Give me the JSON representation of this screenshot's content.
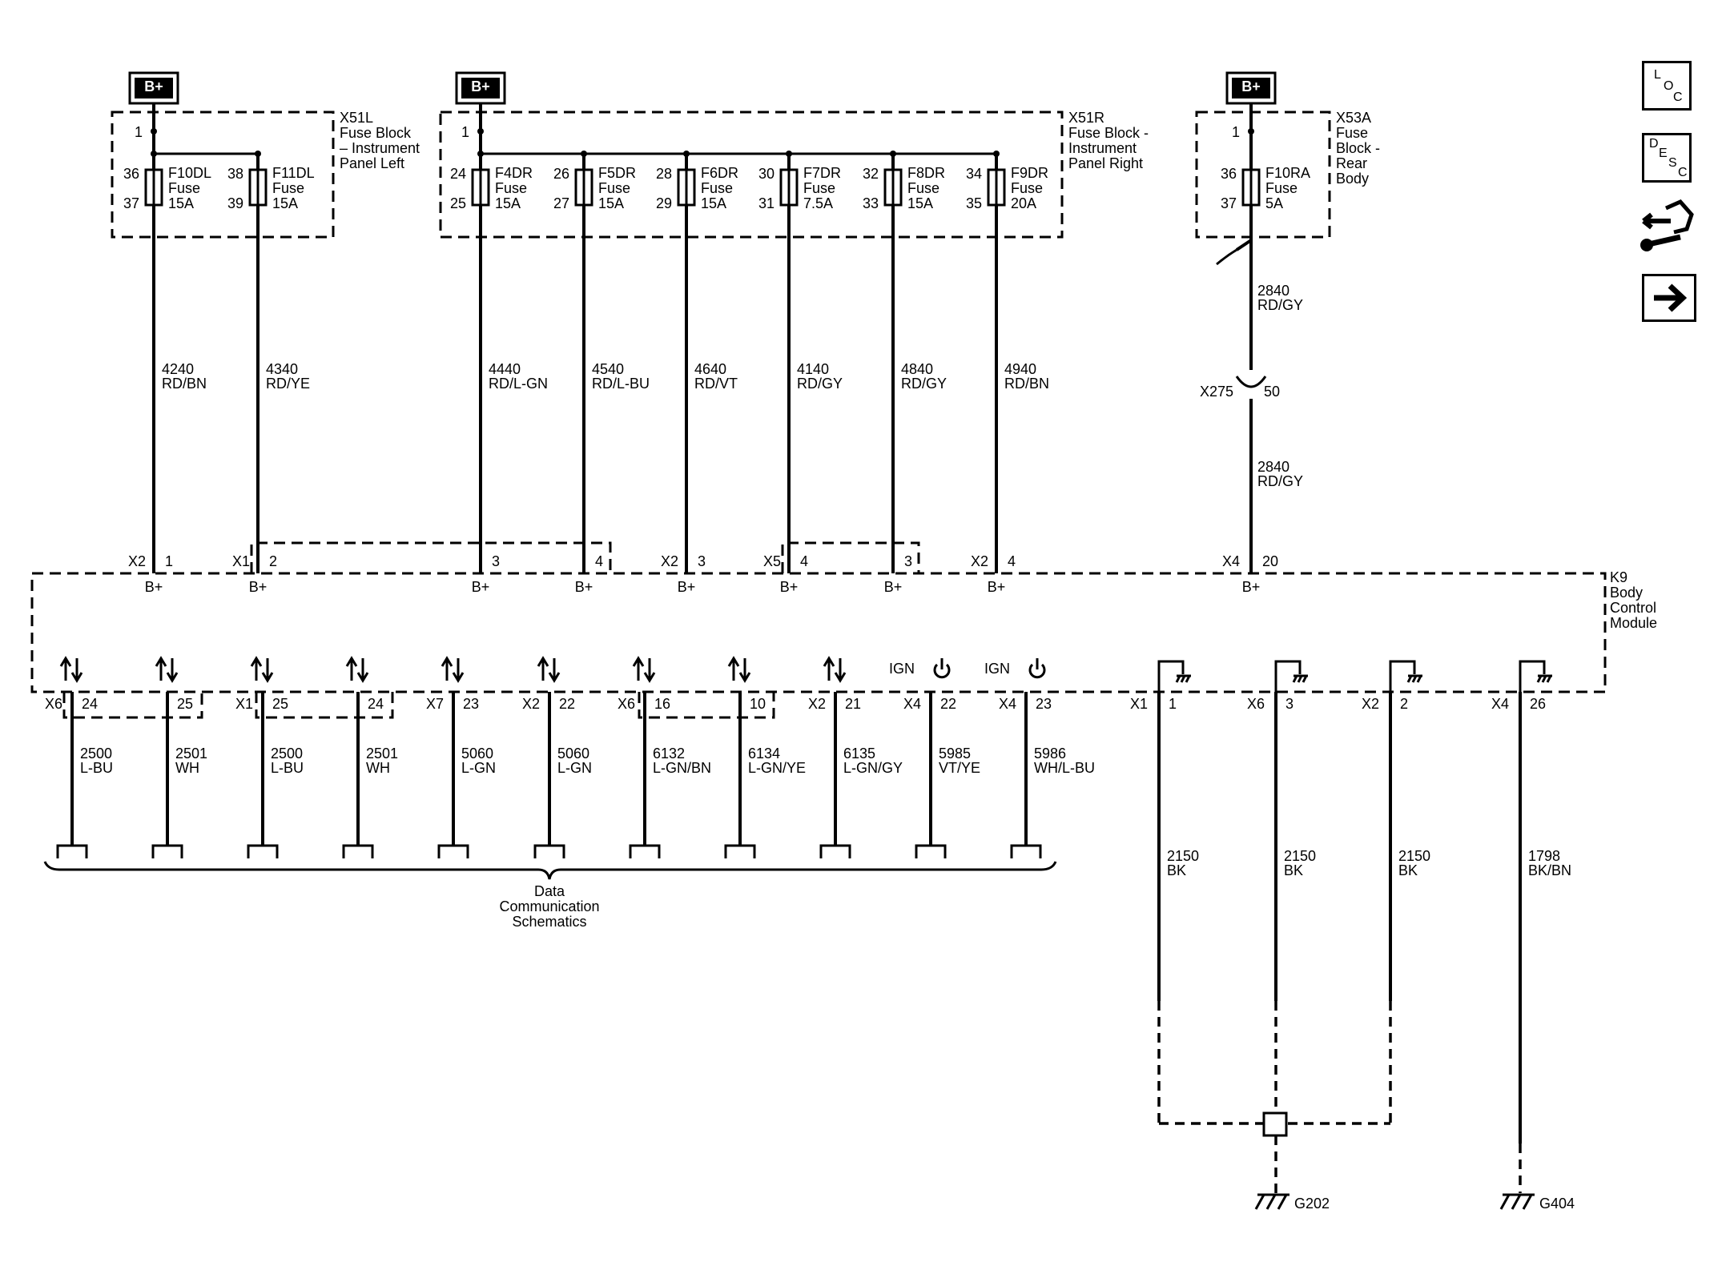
{
  "b_plus": "B+",
  "fuse_blocks": [
    {
      "id": "x51l",
      "name_lines": [
        "X51L",
        "Fuse Block",
        "– Instrument",
        "Panel Left"
      ],
      "pin": "1"
    },
    {
      "id": "x51r",
      "name_lines": [
        "X51R",
        "Fuse Block -",
        "Instrument",
        "Panel Right"
      ],
      "pin": "1"
    },
    {
      "id": "x53a",
      "name_lines": [
        "X53A",
        "Fuse",
        "Block -",
        "Rear",
        "Body"
      ],
      "pin": "1"
    }
  ],
  "fuses": [
    {
      "id": "F10DL",
      "pin_in": "36",
      "pin_out": "37",
      "lines": [
        "F10DL",
        "Fuse",
        "15A"
      ]
    },
    {
      "id": "F11DL",
      "pin_in": "38",
      "pin_out": "39",
      "lines": [
        "F11DL",
        "Fuse",
        "15A"
      ]
    },
    {
      "id": "F4DR",
      "pin_in": "24",
      "pin_out": "25",
      "lines": [
        "F4DR",
        "Fuse",
        "15A"
      ]
    },
    {
      "id": "F5DR",
      "pin_in": "26",
      "pin_out": "27",
      "lines": [
        "F5DR",
        "Fuse",
        "15A"
      ]
    },
    {
      "id": "F6DR",
      "pin_in": "28",
      "pin_out": "29",
      "lines": [
        "F6DR",
        "Fuse",
        "15A"
      ]
    },
    {
      "id": "F7DR",
      "pin_in": "30",
      "pin_out": "31",
      "lines": [
        "F7DR",
        "Fuse",
        "7.5A"
      ]
    },
    {
      "id": "F8DR",
      "pin_in": "32",
      "pin_out": "33",
      "lines": [
        "F8DR",
        "Fuse",
        "15A"
      ]
    },
    {
      "id": "F9DR",
      "pin_in": "34",
      "pin_out": "35",
      "lines": [
        "F9DR",
        "Fuse",
        "20A"
      ]
    },
    {
      "id": "F10RA",
      "pin_in": "36",
      "pin_out": "37",
      "lines": [
        "F10RA",
        "Fuse",
        "5A"
      ]
    }
  ],
  "power_wires": [
    {
      "circuit": "4240",
      "color": "RD/BN",
      "connector": "X2",
      "pin": "1"
    },
    {
      "circuit": "4340",
      "color": "RD/YE",
      "connector": "X1",
      "pin": "2"
    },
    {
      "circuit": "4440",
      "color": "RD/L-GN",
      "connector": "",
      "pin": "3"
    },
    {
      "circuit": "4540",
      "color": "RD/L-BU",
      "connector": "",
      "pin": "4"
    },
    {
      "circuit": "4640",
      "color": "RD/VT",
      "connector": "X2",
      "pin": "3"
    },
    {
      "circuit": "4140",
      "color": "RD/GY",
      "connector": "X5",
      "pin": "4"
    },
    {
      "circuit": "4840",
      "color": "RD/GY",
      "connector": "",
      "pin": "3"
    },
    {
      "circuit": "4940",
      "color": "RD/BN",
      "connector": "X2",
      "pin": "4"
    }
  ],
  "rear_wire": {
    "circuit": "2840",
    "color": "RD/GY",
    "inline_connector": "X275",
    "inline_pin": "50",
    "connector": "X4",
    "pin": "20"
  },
  "module": {
    "name_lines": [
      "K9",
      "Body",
      "Control",
      "Module"
    ]
  },
  "comm_wires": [
    {
      "connector": "X6",
      "pin": "24",
      "circuit": "2500",
      "color": "L-BU"
    },
    {
      "connector": "",
      "pin": "25",
      "circuit": "2501",
      "color": "WH"
    },
    {
      "connector": "X1",
      "pin": "25",
      "circuit": "2500",
      "color": "L-BU"
    },
    {
      "connector": "",
      "pin": "24",
      "circuit": "2501",
      "color": "WH"
    },
    {
      "connector": "X7",
      "pin": "23",
      "circuit": "5060",
      "color": "L-GN"
    },
    {
      "connector": "X2",
      "pin": "22",
      "circuit": "5060",
      "color": "L-GN"
    },
    {
      "connector": "X6",
      "pin": "16",
      "circuit": "6132",
      "color": "L-GN/BN"
    },
    {
      "connector": "",
      "pin": "10",
      "circuit": "6134",
      "color": "L-GN/YE"
    },
    {
      "connector": "X2",
      "pin": "21",
      "circuit": "6135",
      "color": "L-GN/GY"
    },
    {
      "connector": "X4",
      "pin": "22",
      "circuit": "5985",
      "color": "VT/YE",
      "ign": "IGN"
    },
    {
      "connector": "X4",
      "pin": "23",
      "circuit": "5986",
      "color": "WH/L-BU",
      "ign": "IGN"
    }
  ],
  "data_comm_label": [
    "Data",
    "Communication",
    "Schematics"
  ],
  "ground_wires": [
    {
      "connector": "X1",
      "pin": "1",
      "circuit": "2150",
      "color": "BK"
    },
    {
      "connector": "X6",
      "pin": "3",
      "circuit": "2150",
      "color": "BK"
    },
    {
      "connector": "X2",
      "pin": "2",
      "circuit": "2150",
      "color": "BK"
    },
    {
      "connector": "X4",
      "pin": "26",
      "circuit": "1798",
      "color": "BK/BN"
    }
  ],
  "grounds": [
    "G202",
    "G404"
  ],
  "nav": {
    "loc": [
      "L",
      "O",
      "C"
    ],
    "desc": [
      "D",
      "E",
      "S",
      "C"
    ],
    "tools_icon": "connector-tools-icon",
    "next_icon": "right-arrow-icon"
  }
}
